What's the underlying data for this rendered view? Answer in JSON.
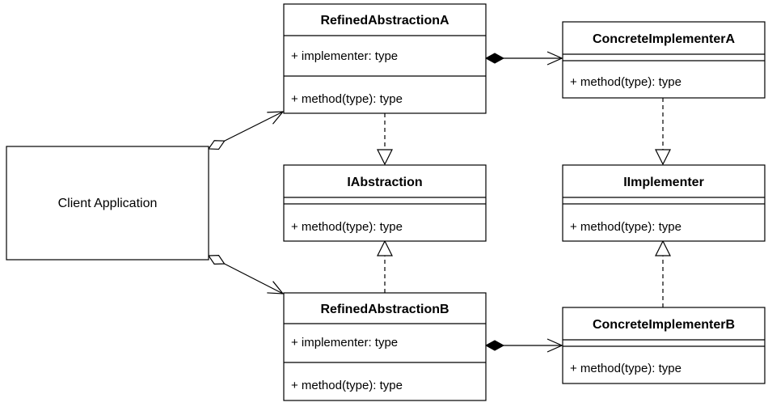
{
  "diagram": {
    "client": {
      "label": "Client Application"
    },
    "classes": {
      "refined_a": {
        "name": "RefinedAbstractionA",
        "attributes": [
          "+ implementer: type"
        ],
        "methods": [
          "+ method(type): type"
        ]
      },
      "abstraction": {
        "name": "IAbstraction",
        "attributes": [],
        "methods": [
          "+ method(type): type"
        ]
      },
      "refined_b": {
        "name": "RefinedAbstractionB",
        "attributes": [
          "+ implementer: type"
        ],
        "methods": [
          "+ method(type): type"
        ]
      },
      "concrete_a": {
        "name": "ConcreteImplementerA",
        "attributes": [],
        "methods": [
          "+ method(type): type"
        ]
      },
      "implementer": {
        "name": "IImplementer",
        "attributes": [],
        "methods": [
          "+ method(type): type"
        ]
      },
      "concrete_b": {
        "name": "ConcreteImplementerB",
        "attributes": [],
        "methods": [
          "+ method(type): type"
        ]
      }
    },
    "relations": [
      {
        "from": "client",
        "to": "refined_a",
        "kind": "aggregation"
      },
      {
        "from": "client",
        "to": "refined_b",
        "kind": "aggregation"
      },
      {
        "from": "refined_a",
        "to": "abstraction",
        "kind": "realization"
      },
      {
        "from": "refined_b",
        "to": "abstraction",
        "kind": "realization"
      },
      {
        "from": "refined_a",
        "to": "concrete_a",
        "kind": "composition"
      },
      {
        "from": "refined_b",
        "to": "concrete_b",
        "kind": "composition"
      },
      {
        "from": "concrete_a",
        "to": "implementer",
        "kind": "realization"
      },
      {
        "from": "concrete_b",
        "to": "implementer",
        "kind": "realization"
      }
    ]
  }
}
